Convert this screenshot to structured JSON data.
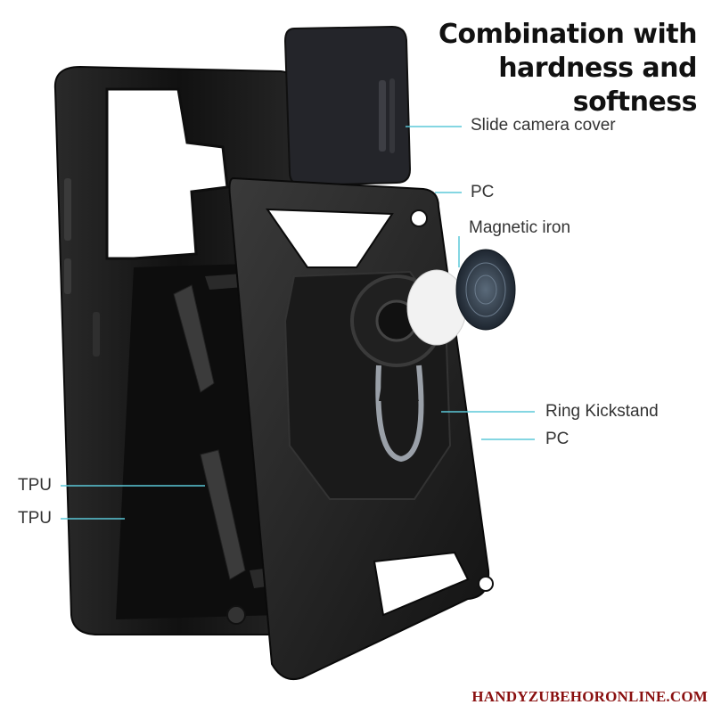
{
  "title": {
    "line1": "Combination with",
    "line2": "hardness and softness"
  },
  "labels": {
    "slide_camera_cover": "Slide camera cover",
    "pc_top": "PC",
    "magnetic_iron": "Magnetic iron",
    "ring_kickstand": "Ring Kickstand",
    "pc_bottom": "PC",
    "tpu_top": "TPU",
    "tpu_bottom": "TPU"
  },
  "watermark": "HANDYZUBEHORONLINE.COM",
  "colors": {
    "leader_line": "#5bc8d8",
    "case_black": "#1c1c1c",
    "watermark": "#8a1010"
  }
}
